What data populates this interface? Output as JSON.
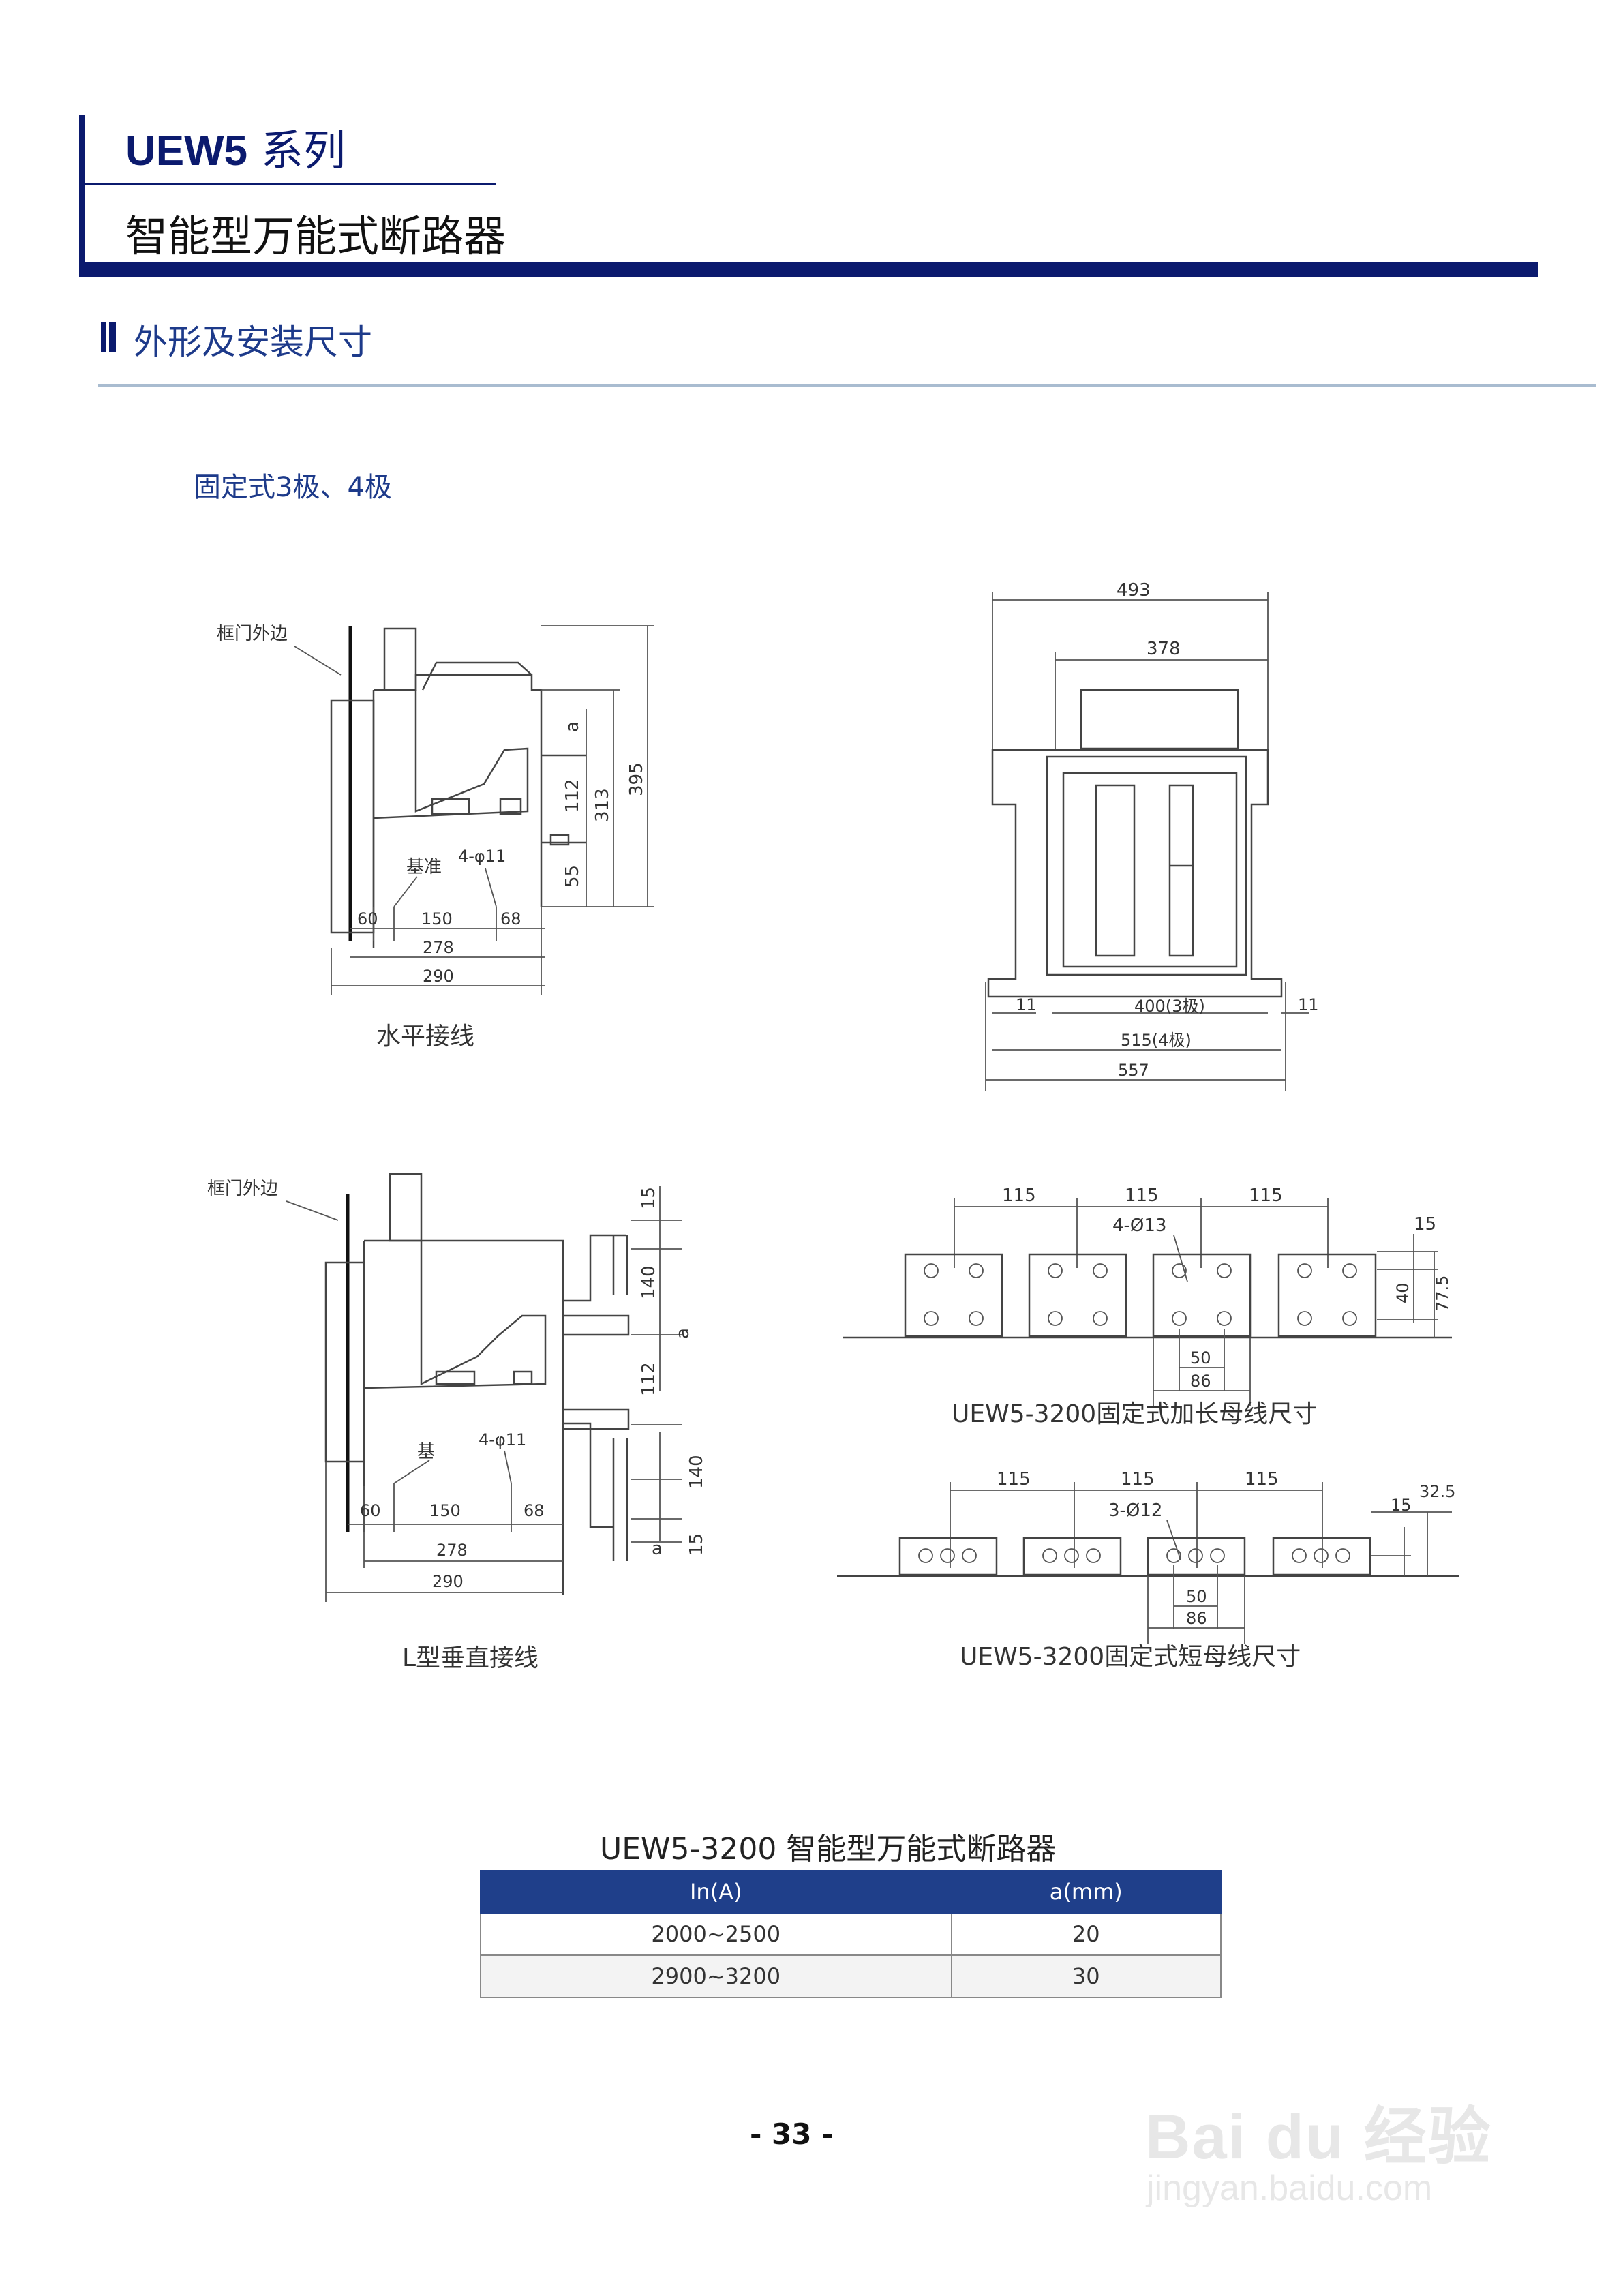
{
  "header": {
    "series_code": "UEW5",
    "series_suffix": " 系列",
    "product_name": "智能型万能式断路器"
  },
  "section": {
    "title": "外形及安装尺寸",
    "subtitle": "固定式3极、4极"
  },
  "drawings": {
    "horizontal": {
      "caption": "水平接线",
      "door_label": "框门外边",
      "datum_label": "基准",
      "hole_label": "4-φ11",
      "dims": [
        "a",
        "112",
        "55",
        "313",
        "395",
        "60",
        "150",
        "68",
        "278",
        "290"
      ]
    },
    "front": {
      "dims": [
        "493",
        "378",
        "11",
        "400(3极)",
        "11",
        "515(4极)",
        "557"
      ]
    },
    "vertical": {
      "caption": "L型垂直接线",
      "door_label": "框门外边",
      "datum_label": "基",
      "hole_label": "4-φ11",
      "dims": [
        "15",
        "140",
        "a",
        "112",
        "140",
        "a",
        "15",
        "60",
        "150",
        "68",
        "278",
        "290"
      ]
    },
    "long_busbar": {
      "caption": "UEW5-3200固定式加长母线尺寸",
      "hole_label": "4-Ø13",
      "dims": [
        "115",
        "115",
        "115",
        "15",
        "40",
        "77.5",
        "50",
        "86"
      ]
    },
    "short_busbar": {
      "caption": "UEW5-3200固定式短母线尺寸",
      "hole_label": "3-Ø12",
      "dims": [
        "115",
        "115",
        "115",
        "15",
        "32.5",
        "50",
        "86"
      ]
    }
  },
  "table": {
    "caption": "UEW5-3200 智能型万能式断路器",
    "headers": [
      "In(A)",
      "a(mm)"
    ],
    "rows": [
      [
        "2000~2500",
        "20"
      ],
      [
        "2900~3200",
        "30"
      ]
    ]
  },
  "page_number": "- 33 -",
  "watermark": {
    "logo_text": "Bai du 经验",
    "url": "jingyan.baidu.com"
  },
  "colors": {
    "brand_navy": "#0b1a6e",
    "section_blue": "#1d3a8a",
    "table_header": "#1f3f8a"
  }
}
